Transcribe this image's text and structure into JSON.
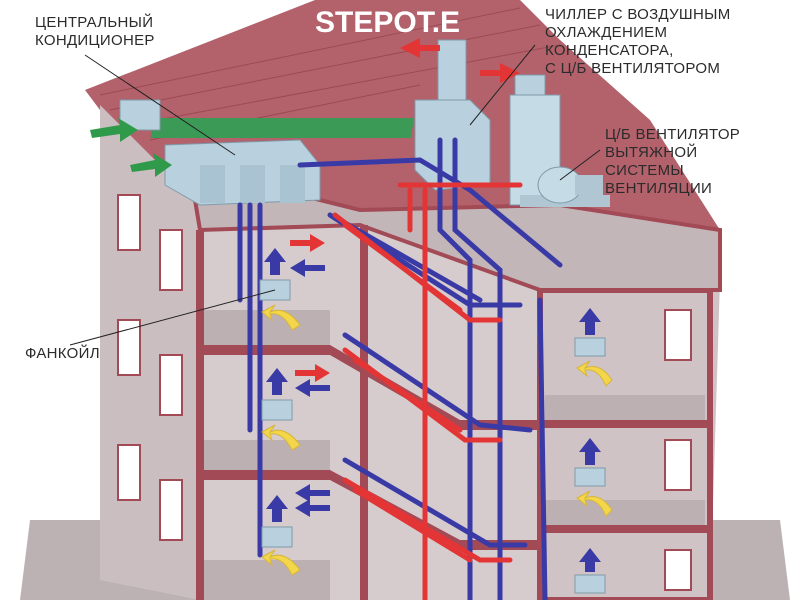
{
  "watermark": "STEPOT.E",
  "labels": {
    "central_ac": [
      "ЦЕНТРАЛЬНЫЙ",
      "КОНДИЦИОНЕР"
    ],
    "chiller": [
      "ЧИЛЛЕР С ВОЗДУШНЫМ",
      "ОХЛАЖДЕНИЕМ",
      "КОНДЕНСАТОРА,",
      "С Ц/Б ВЕНТИЛЯТОРОМ"
    ],
    "fan": [
      "Ц/Б ВЕНТИЛЯТОР",
      "ВЫТЯЖНОЙ",
      "СИСТЕМЫ",
      "ВЕНТИЛЯЦИИ"
    ],
    "fancoil": "ФАНКОЙЛ"
  },
  "colors": {
    "wall": "#d2c6c8",
    "wall_dark": "#b9aaad",
    "roof": "#b3626c",
    "trim": "#9b4a52",
    "floor": "#bdb3b5",
    "unit": "#b9d1de",
    "supply": "#e33535",
    "return": "#3a3aa6",
    "intake": "#2f9a4a",
    "fancoil_air": "#f3d64a"
  }
}
